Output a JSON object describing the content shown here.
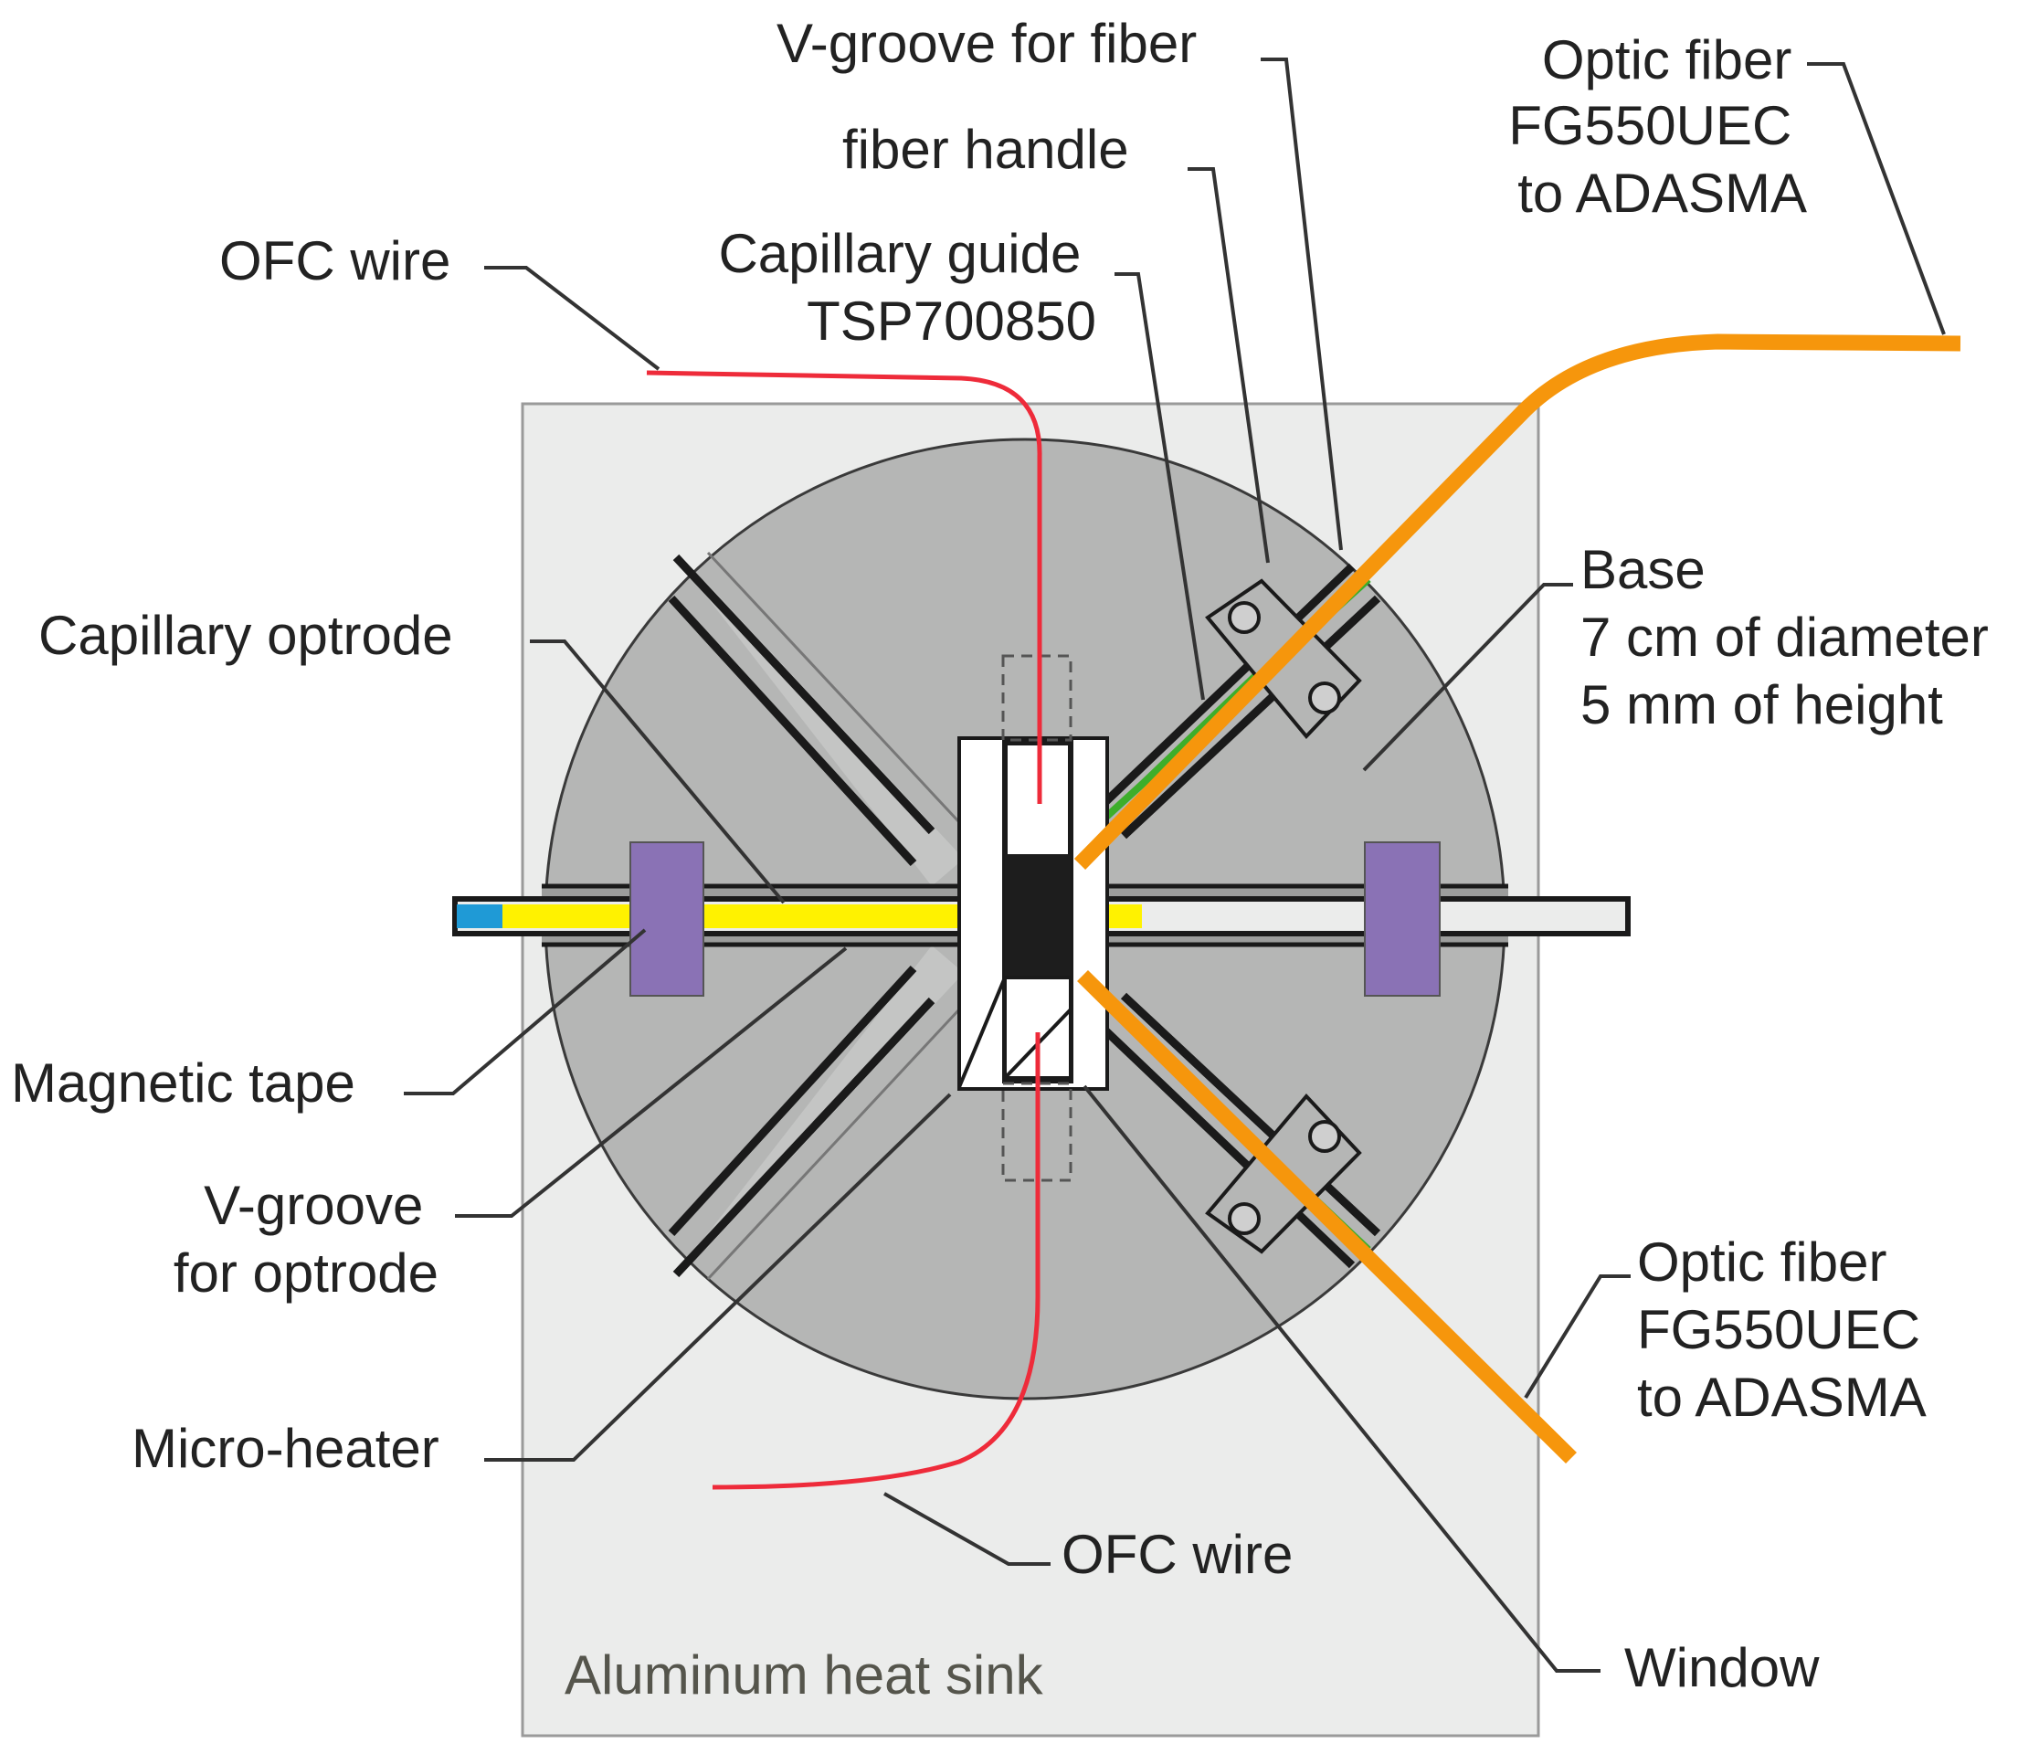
{
  "labels": {
    "v_groove_fiber": "V-groove for fiber",
    "fiber_handle": "fiber handle",
    "optic_fiber_top": [
      "Optic fiber",
      "FG550UEC",
      "to ADASMA"
    ],
    "ofc_wire_top": "OFC wire",
    "capillary_guide": [
      "Capillary guide",
      "TSP700850"
    ],
    "capillary_optrode": "Capillary optrode",
    "base": [
      "Base",
      "7 cm of diameter",
      "5 mm of height"
    ],
    "magnetic_tape": "Magnetic tape",
    "v_groove_optrode": [
      "V-groove",
      "for optrode"
    ],
    "micro_heater": "Micro-heater",
    "optic_fiber_bottom": [
      "Optic fiber",
      "FG550UEC",
      "to ADASMA"
    ],
    "ofc_wire_bottom": "OFC wire",
    "window": "Window",
    "aluminum_heat_sink": "Aluminum heat sink"
  },
  "colors": {
    "heat_sink": "#ebeceb",
    "base": "#b5b6b5",
    "optic_fiber": "#f6960c",
    "ofc_wire": "#ee2b3a",
    "capillary_guide": "#3dae2b",
    "magnetic_tape": "#8a72b5",
    "optrode_core": "#fff200",
    "optrode_tip": "#1f9ad6",
    "line": "#222222"
  }
}
